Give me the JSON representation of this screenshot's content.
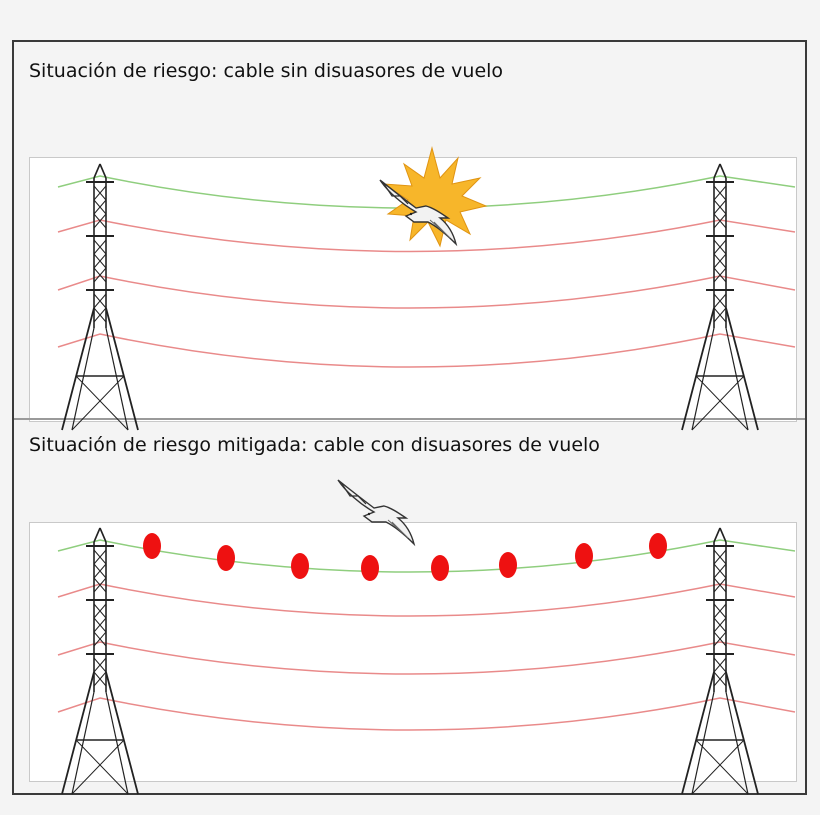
{
  "panels": [
    {
      "id": "risk",
      "title": "Situación de riesgo: cable sin disuasores de vuelo"
    },
    {
      "id": "mitigated",
      "title": "Situación de riesgo mitigada: cable con disuasores de vuelo"
    }
  ],
  "colors": {
    "ground_wire": "#8fce7e",
    "conductor_wire": "#e98a8a",
    "flight_diverter": "#ee1111",
    "collision_burst": "#f7b62a",
    "tower": "#222222"
  },
  "icons": {
    "tower": "lattice-pylon-icon",
    "bird": "flying-bird-icon",
    "collision": "collision-burst-icon",
    "diverter": "flight-diverter-marker"
  },
  "diverter_count": 8
}
